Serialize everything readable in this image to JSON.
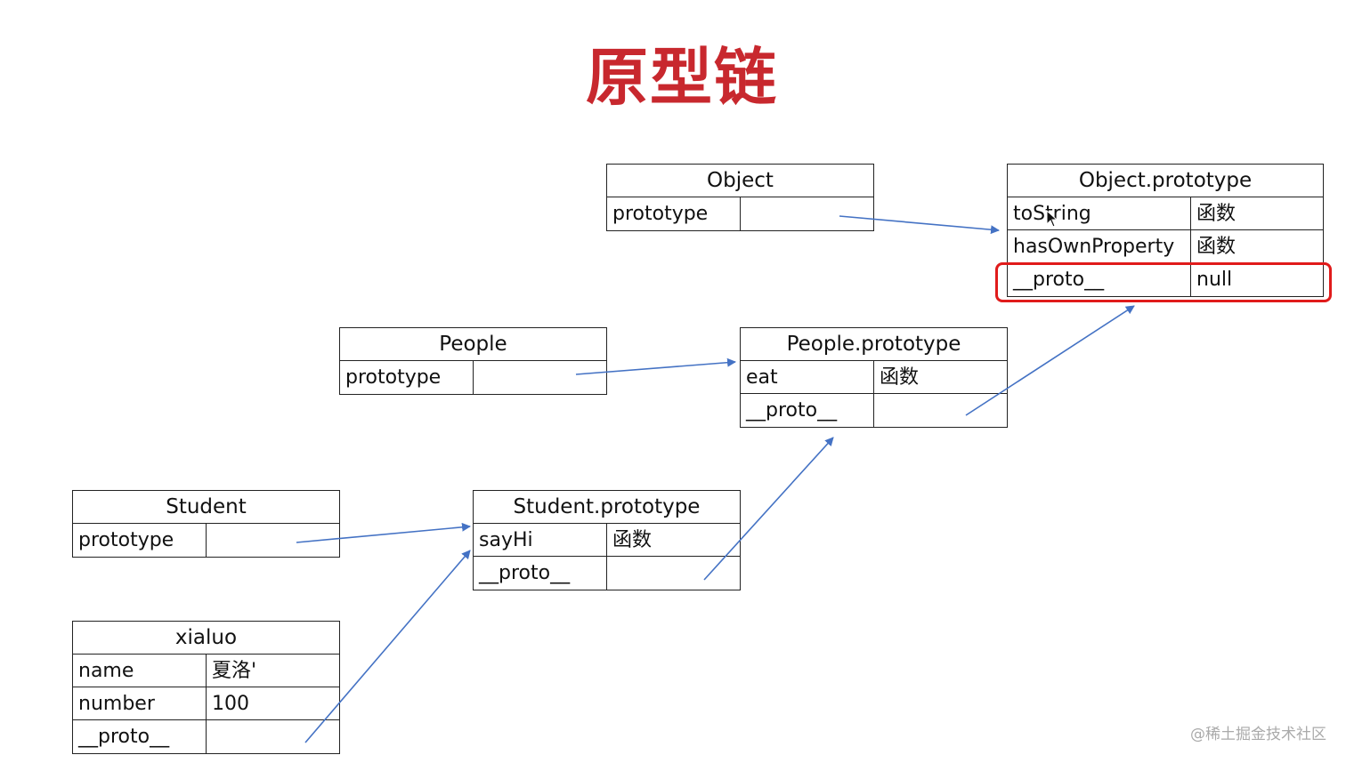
{
  "title": "原型链",
  "boxes": {
    "object": {
      "header": "Object",
      "rows": [
        {
          "key": "prototype",
          "value": ""
        }
      ]
    },
    "object_prototype": {
      "header": "Object.prototype",
      "rows": [
        {
          "key": "toString",
          "value": "函数"
        },
        {
          "key": "hasOwnProperty",
          "value": "函数"
        },
        {
          "key": "__proto__",
          "value": "null"
        }
      ]
    },
    "people": {
      "header": "People",
      "rows": [
        {
          "key": "prototype",
          "value": ""
        }
      ]
    },
    "people_prototype": {
      "header": "People.prototype",
      "rows": [
        {
          "key": "eat",
          "value": "函数"
        },
        {
          "key": "__proto__",
          "value": ""
        }
      ]
    },
    "student": {
      "header": "Student",
      "rows": [
        {
          "key": "prototype",
          "value": ""
        }
      ]
    },
    "student_prototype": {
      "header": "Student.prototype",
      "rows": [
        {
          "key": "sayHi",
          "value": "函数"
        },
        {
          "key": "__proto__",
          "value": ""
        }
      ]
    },
    "xialuo": {
      "header": "xialuo",
      "rows": [
        {
          "key": "name",
          "value": "夏洛'"
        },
        {
          "key": "number",
          "value": "100"
        },
        {
          "key": "__proto__",
          "value": ""
        }
      ]
    }
  },
  "watermark": "@稀土掘金技术社区",
  "colors": {
    "title": "#c8282e",
    "arrow": "#4472c4",
    "highlight": "#e01b1b"
  },
  "icons": {
    "cursor": "mouse-pointer-icon"
  }
}
